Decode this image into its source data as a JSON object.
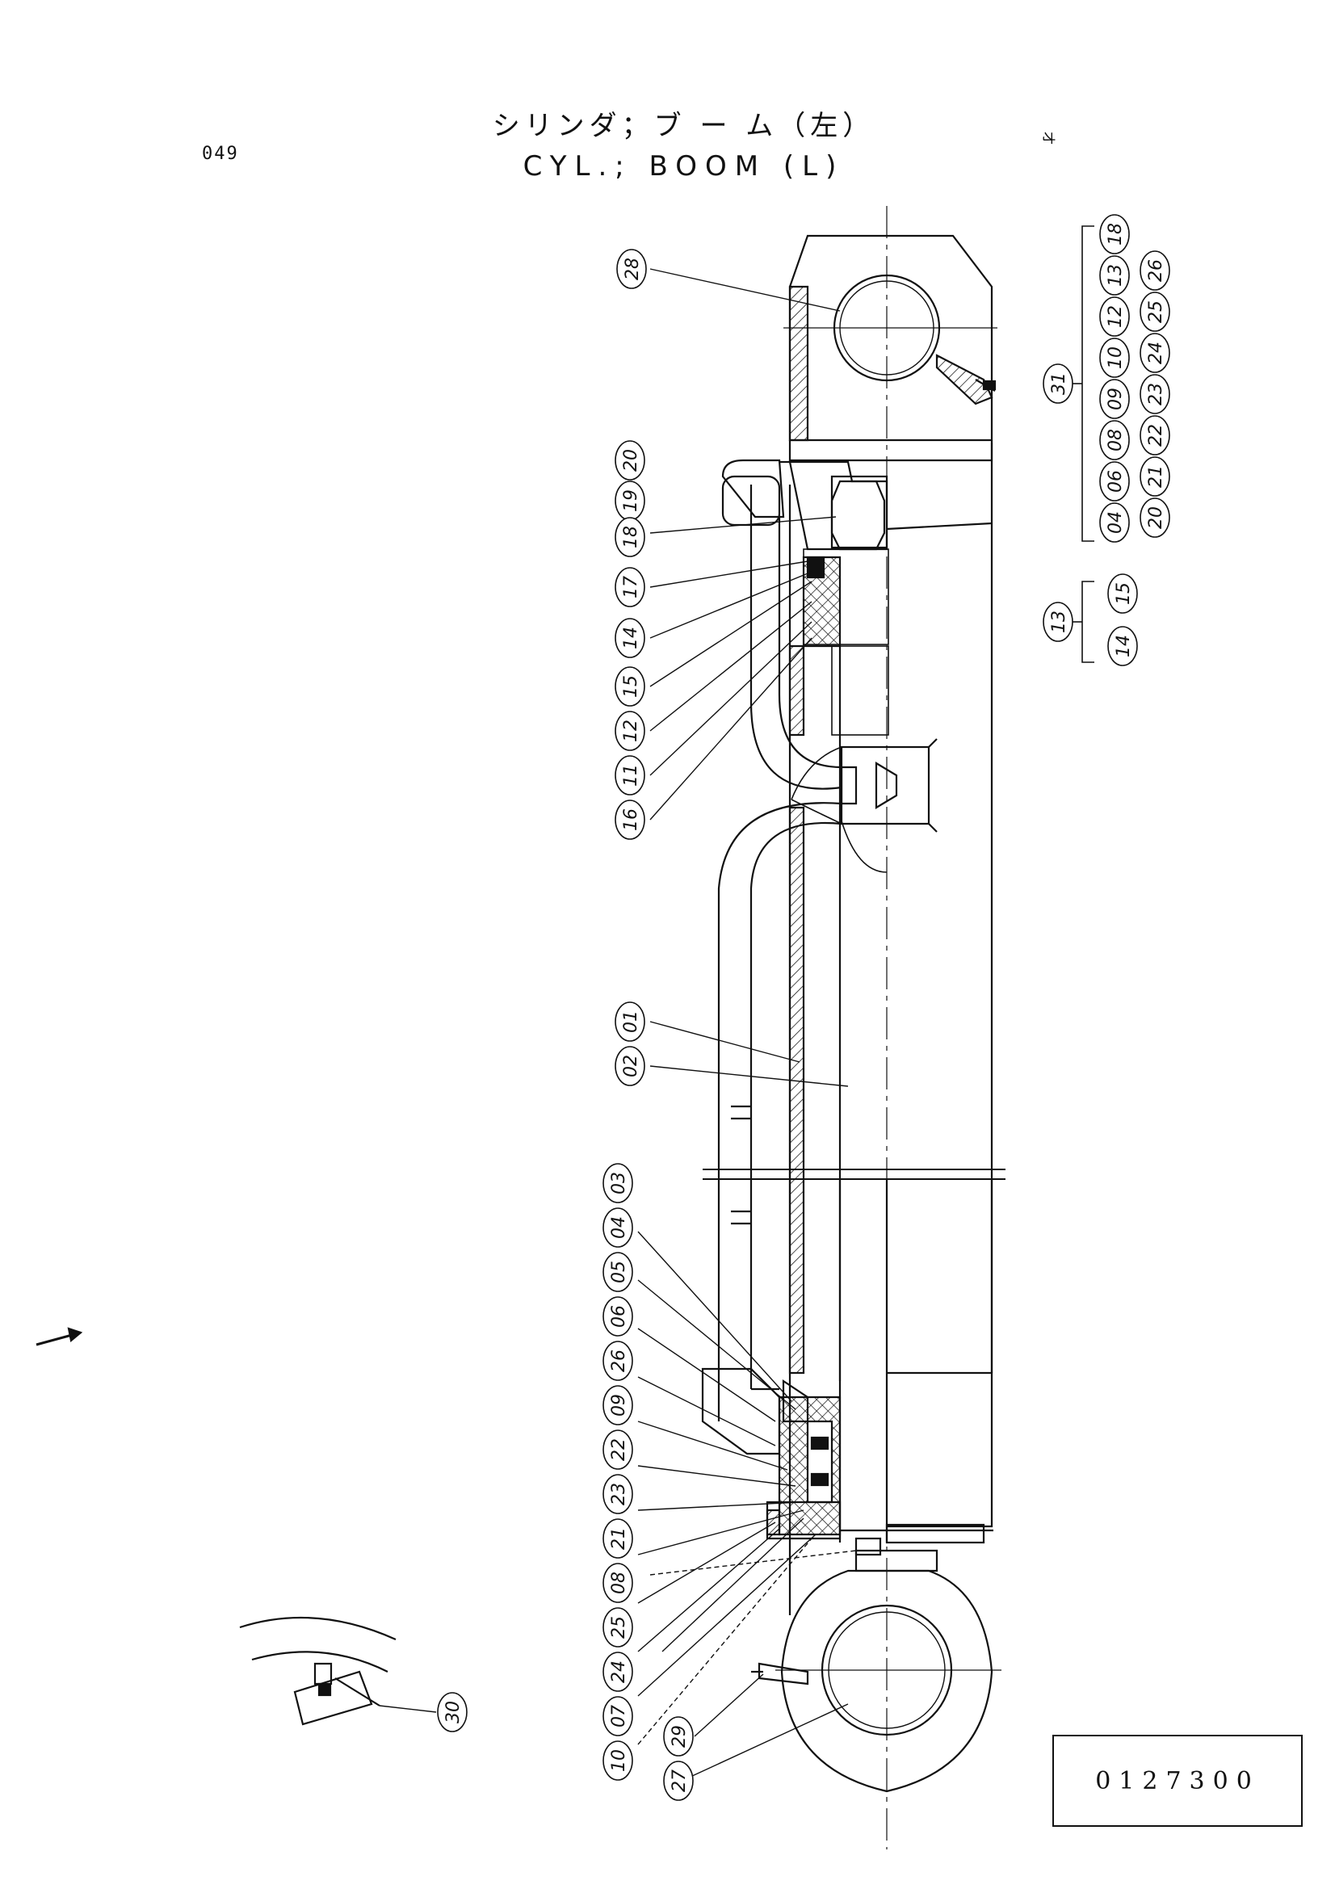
{
  "page_number": "049",
  "title_jp": "シリンダ；ブ ー ム（左）",
  "title_en": "CYL.; BOOM (L)",
  "stamp_mark": "オ",
  "part_code": "0127300",
  "kit_assembly": {
    "main_kit": "31",
    "main_kit_parts": [
      [
        "18",
        "13",
        "12",
        "10",
        "09",
        "08",
        "06",
        "04"
      ],
      [
        "26",
        "25",
        "24",
        "23",
        "22",
        "21",
        "20"
      ]
    ],
    "sub_kit": "13",
    "sub_kit_parts": [
      "15",
      "14"
    ]
  },
  "callouts_upper_left": [
    "20",
    "19",
    "18",
    "17",
    "14",
    "15",
    "12",
    "11",
    "16"
  ],
  "callouts_middle": [
    "01",
    "02"
  ],
  "callouts_lower_left": [
    "03",
    "04",
    "05",
    "06",
    "26",
    "09",
    "22",
    "23",
    "21",
    "08",
    "25",
    "24",
    "07",
    "10"
  ],
  "callouts_other": [
    "28",
    "29",
    "27",
    "30"
  ]
}
